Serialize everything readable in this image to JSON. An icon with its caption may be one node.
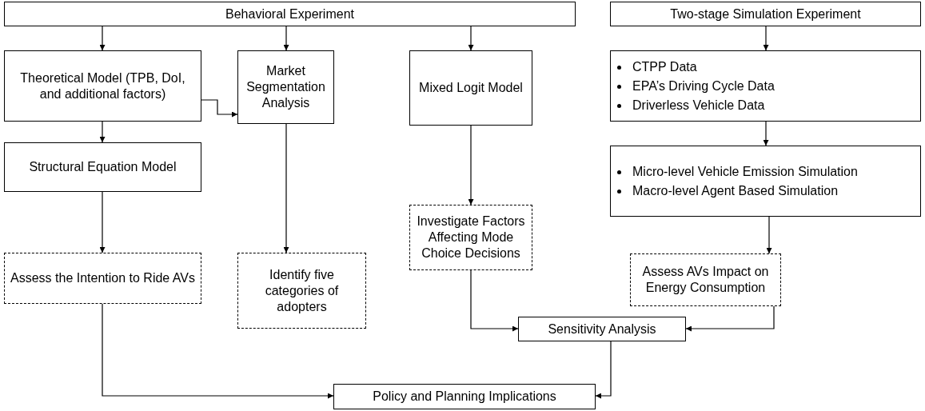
{
  "diagram": {
    "nodes": [
      {
        "text": [
          "Behavioral Experiment"
        ]
      },
      {
        "text": [
          "Two-stage Simulation Experiment"
        ]
      },
      {
        "text": [
          "Theoretical Model (TPB, DoI, and additional factors)"
        ]
      },
      {
        "text": [
          "Market Segmentation Analysis"
        ]
      },
      {
        "text": [
          "Mixed Logit Model"
        ]
      },
      {
        "text": [
          "CTPP Data",
          "EPA’s Driving Cycle Data",
          "Driverless Vehicle Data"
        ]
      },
      {
        "text": [
          "Structural Equation Model"
        ]
      },
      {
        "text": [
          "Micro-level Vehicle Emission Simulation",
          "Macro-level Agent Based Simulation"
        ]
      },
      {
        "text": [
          "Assess the Intention to Ride AVs"
        ]
      },
      {
        "text": [
          "Identify five categories of adopters"
        ]
      },
      {
        "text": [
          "Investigate Factors Affecting Mode Choice Decisions"
        ]
      },
      {
        "text": [
          "Assess AVs Impact on Energy Consumption"
        ]
      },
      {
        "text": [
          "Sensitivity Analysis"
        ]
      },
      {
        "text": [
          "Policy and Planning Implications"
        ]
      }
    ],
    "edges": [
      {
        "from": 0,
        "to": 2,
        "arrow": "to"
      },
      {
        "from": 0,
        "to": 3,
        "arrow": "to"
      },
      {
        "from": 0,
        "to": 4,
        "arrow": "to"
      },
      {
        "from": 1,
        "to": 5,
        "arrow": "to"
      },
      {
        "from": 2,
        "to": 3,
        "arrow": "to"
      },
      {
        "from": 2,
        "to": 6,
        "arrow": "to"
      },
      {
        "from": 3,
        "to": 9,
        "arrow": "to"
      },
      {
        "from": 4,
        "to": 10,
        "arrow": "to"
      },
      {
        "from": 5,
        "to": 7,
        "arrow": "to"
      },
      {
        "from": 6,
        "to": 8,
        "arrow": "to"
      },
      {
        "from": 7,
        "to": 11,
        "arrow": "to"
      },
      {
        "from": 10,
        "to": 12,
        "arrow": "to"
      },
      {
        "from": 11,
        "to": 12,
        "arrow": "to"
      },
      {
        "from": 8,
        "to": 13,
        "arrow": "to"
      },
      {
        "from": 12,
        "to": 13,
        "arrow": "to"
      }
    ]
  }
}
